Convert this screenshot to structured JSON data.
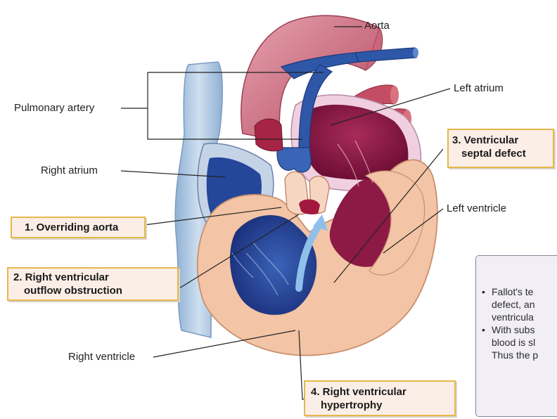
{
  "labels": {
    "aorta": "Aorta",
    "left_atrium": "Left atrium",
    "pulmonary_artery": "Pulmonary artery",
    "right_atrium": "Right atrium",
    "left_ventricle": "Left ventricle",
    "right_ventricle": "Right ventricle"
  },
  "callouts": {
    "overriding_aorta": "1. Overriding aorta",
    "rv_outflow_line1": "2. Right ventricular",
    "rv_outflow_line2": "outflow obstruction",
    "vsd_line1": "3. Ventricular",
    "vsd_line2": "septal defect",
    "rv_hypertrophy_line1": "4. Right ventricular",
    "rv_hypertrophy_line2": "hypertrophy"
  },
  "infobox": {
    "bullet1": [
      "Fallot's te",
      "defect, an",
      "ventricula"
    ],
    "bullet2": [
      "With subs",
      "blood is sl",
      "Thus the p"
    ]
  },
  "colors": {
    "aorta": "#c45f74",
    "pulmonary_artery": "#2c4f9a",
    "vena_cava": "#a9c4df",
    "oxygenated_blood": "#8c1a45",
    "deoxygenated_blood": "#21489a",
    "myocardium": "#f3c4a5",
    "callout_border": "#e5b84a",
    "callout_fill": "#fbeee6",
    "infobox_fill": "#f1eef6"
  }
}
